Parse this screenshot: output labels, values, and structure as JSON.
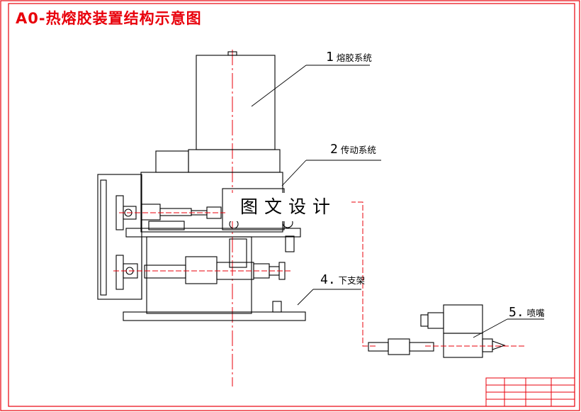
{
  "title": "A0-热熔胶装置结构示意图",
  "labels": {
    "part1": {
      "num": "1",
      "text": "熔胶系统"
    },
    "part2": {
      "num": "2",
      "text": "传动系统"
    },
    "part4": {
      "num": "4.",
      "text": "下支架"
    },
    "part5": {
      "num": "5.",
      "text": "喷嘴"
    }
  },
  "watermark": "图文设计",
  "colors": {
    "border": "#e8000b",
    "line": "#000000",
    "centerline": "#e8000b",
    "shade": "#2fb34a"
  }
}
